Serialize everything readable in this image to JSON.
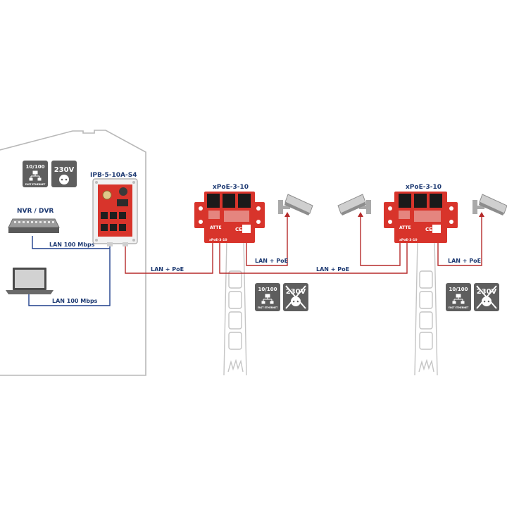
{
  "devices": {
    "nvr_dvr": "NVR / DVR",
    "ipb": "IPB-5-10A-S4",
    "xpoe_left": "xPoE-3-10",
    "xpoe_right": "xPoE-3-10",
    "board_brand": "ATTE",
    "board_marking": "xPoE-3-10"
  },
  "links": {
    "nvr_to_ipb": "LAN 100 Mbps",
    "laptop_to_ipb": "LAN 100 Mbps",
    "ipb_to_xpoe": "LAN + PoE",
    "xpoe_to_camera_left": "LAN + PoE",
    "xpoe_to_xpoe": "LAN + PoE",
    "xpoe_to_camera_right": "LAN + PoE"
  },
  "badges": {
    "house_eth_speed": "10/100",
    "house_eth_sub": "FAST ETHERNET",
    "house_voltage": "230V",
    "pole1_eth_speed": "10/100",
    "pole1_eth_sub": "FAST ETHERNET",
    "pole1_voltage": "230V",
    "pole2_eth_speed": "10/100",
    "pole2_eth_sub": "FAST ETHERNET",
    "pole2_voltage": "230V"
  },
  "colors": {
    "lan": "#1e3f8c",
    "poe": "#b52a2a",
    "board": "#d8342b",
    "badge": "#5e5e5e",
    "outline": "#b8b8b8",
    "label": "#1f3b73"
  }
}
